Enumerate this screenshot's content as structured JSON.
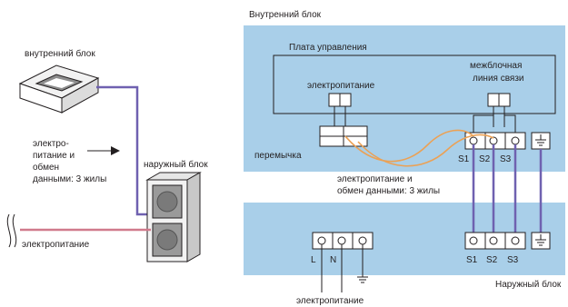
{
  "indoor_panel": {
    "title": "Внутренний блок"
  },
  "outdoor_panel": {
    "title": "Наружный блок"
  },
  "control_board": {
    "title": "Плата управления"
  },
  "labels": {
    "indoor_unit": "внутренний блок",
    "outdoor_unit": "наружный блок",
    "cable_left": [
      "электро-",
      "питание и",
      "обмен",
      "данными: 3 жилы"
    ],
    "power_left": "электропитание",
    "board_power": "электропитание",
    "interunit_link": [
      "межблочная",
      "линия связи"
    ],
    "jumper": "перемычка",
    "cable_mid": [
      "электропитание и",
      "обмен данными: 3 жилы"
    ],
    "power_bottom": "электропитание"
  },
  "terminals": {
    "indoor": [
      "S1",
      "S2",
      "S3"
    ],
    "outdoor_signal": [
      "S1",
      "S2",
      "S3"
    ],
    "outdoor_power": [
      "L",
      "N"
    ]
  },
  "colors": {
    "panel_fill": "#a9cfe9",
    "signal_wire": "#6f61b0",
    "power_wire": "#d07a8c",
    "jumper_wire": "#eba155",
    "outline": "#231f20"
  }
}
